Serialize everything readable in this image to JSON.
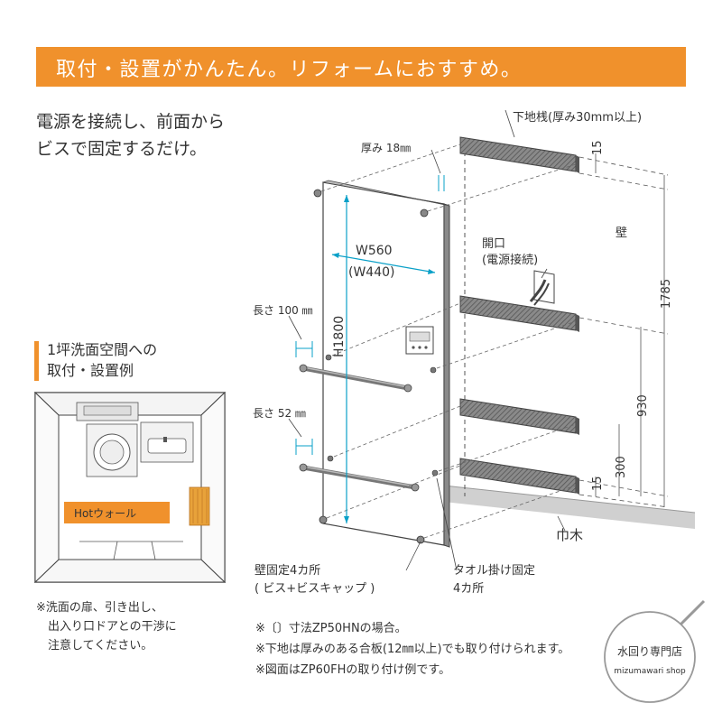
{
  "banner": {
    "title": "取付・設置がかんたん。リフォームにおすすめ。"
  },
  "intro": {
    "line1": "電源を接続し、前面から",
    "line2": "ビスで固定するだけ。"
  },
  "example": {
    "title_line1": "1坪洗面空間への",
    "title_line2": "取付・設置例",
    "hot_wall_label": "Hotウォール"
  },
  "caution": {
    "line1": "※洗面の扉、引き出し、",
    "line2": "出入り口ドアとの干渉に",
    "line3": "注意してください。"
  },
  "diagram": {
    "base_support": "下地桟(厚み30mm以上)",
    "thickness": "厚み 18㎜",
    "wall": "壁",
    "opening": "開口",
    "power_connection": "(電源接続)",
    "width": "W560",
    "width_alt": "(W440)",
    "height": "H1800",
    "length_100": "長さ 100 ㎜",
    "length_52": "長さ 52 ㎜",
    "dim_15_top": "15",
    "dim_1785": "1785",
    "dim_930": "930",
    "dim_300": "300",
    "dim_15_bottom": "15",
    "baseboard": "巾木",
    "wall_fix_line1": "壁固定4カ所",
    "wall_fix_line2": "( ビス+ビスキャップ )",
    "towel_fix_line1": "タオル掛け固定",
    "towel_fix_line2": "4カ所"
  },
  "notes": {
    "line1": "※〔〕寸法ZP50HNの場合。",
    "line2": "※下地は厚みのある合板(12㎜以上)でも取り付けられます。",
    "line3": "※図面はZP60FHの取り付け例です。"
  },
  "watermark": {
    "line1": "水回り専門店",
    "line2": "mizumawari shop"
  },
  "colors": {
    "accent": "#f0912c",
    "text": "#333333",
    "panel_side": "#8a8a8a",
    "wood": "#6e6e6e"
  }
}
